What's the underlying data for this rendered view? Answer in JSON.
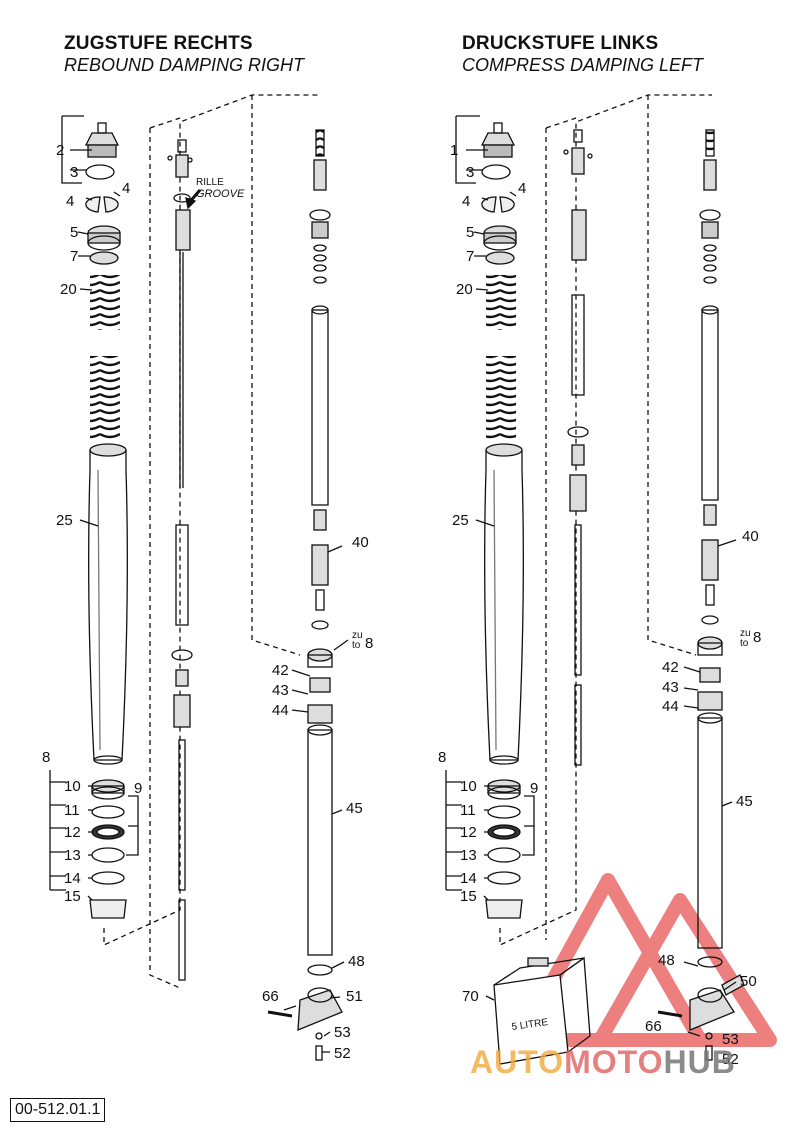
{
  "left": {
    "title": "ZUGSTUFE RECHTS",
    "subtitle": "REBOUND DAMPING RIGHT",
    "labels": {
      "l2": "2",
      "l3": "3",
      "l4a": "4",
      "l4b": "4",
      "l5": "5",
      "l7": "7",
      "l20": "20",
      "l25": "25",
      "l8": "8",
      "l10": "10",
      "l11": "11",
      "l12": "12",
      "l13": "13",
      "l14": "14",
      "l15": "15",
      "l9": "9",
      "l40": "40",
      "l42": "42",
      "l43": "43",
      "l44": "44",
      "l45": "45",
      "l48": "48",
      "l51": "51",
      "l66": "66",
      "l53": "53",
      "l52": "52",
      "zu": "zu",
      "to": "to",
      "l8b": "8"
    },
    "groove_de": "RILLE",
    "groove_en": "GROOVE"
  },
  "right": {
    "title": "DRUCKSTUFE LINKS",
    "subtitle": "COMPRESS DAMPING LEFT",
    "labels": {
      "l1": "1",
      "l3": "3",
      "l4a": "4",
      "l4b": "4",
      "l5": "5",
      "l7": "7",
      "l20": "20",
      "l25": "25",
      "l8": "8",
      "l10": "10",
      "l11": "11",
      "l12": "12",
      "l13": "13",
      "l14": "14",
      "l15": "15",
      "l9": "9",
      "l40": "40",
      "l42": "42",
      "l43": "43",
      "l44": "44",
      "l45": "45",
      "l48": "48",
      "l50": "50",
      "l70": "70",
      "l66": "66",
      "l53": "53",
      "l52": "52",
      "zu": "zu",
      "to": "to",
      "l8b": "8"
    },
    "can_label": "5 LITRE"
  },
  "doc_number": "00-512.01.1",
  "watermark": {
    "part1": "AUTO",
    "part2": "MOTO",
    "part3": "HUB",
    "color1": "#f2a93b",
    "color2": "#e06060",
    "color3": "#777777",
    "logo_color": "#e85555"
  }
}
